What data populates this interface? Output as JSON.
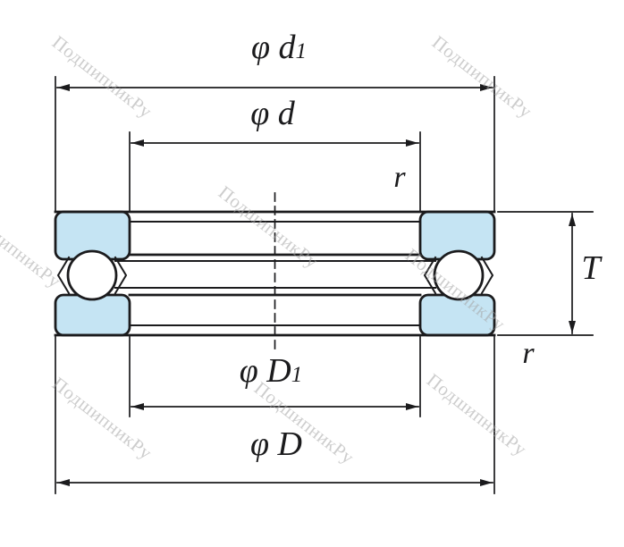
{
  "watermark": {
    "text": "ПодшипникРу"
  },
  "colors": {
    "line": "#1b1b1d",
    "washer_fill": "#c5e4f3",
    "ball_fill": "#ffffff",
    "watermark": "#a6a6a6",
    "background": "#ffffff"
  },
  "dimensions": {
    "d1": {
      "label": "φ d",
      "sub": "1"
    },
    "d": {
      "label": "φ d",
      "sub": ""
    },
    "r_top": {
      "label": "r",
      "sub": ""
    },
    "T": {
      "label": "T",
      "sub": ""
    },
    "r_side": {
      "label": "r",
      "sub": ""
    },
    "D1": {
      "label": "φ D",
      "sub": "1"
    },
    "D": {
      "label": "φ D",
      "sub": ""
    }
  }
}
